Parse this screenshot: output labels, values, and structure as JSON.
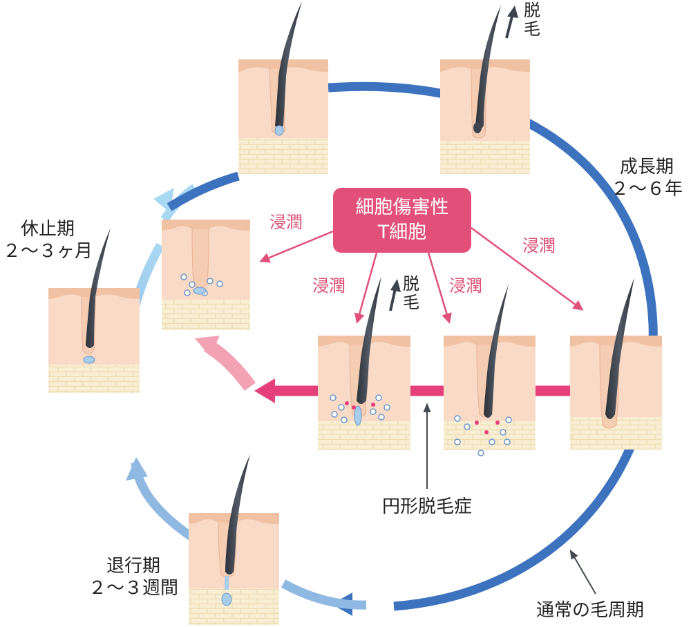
{
  "center_box": {
    "line1": "細胞傷害性",
    "line2": "T細胞"
  },
  "phases": {
    "growth": {
      "name": "成長期",
      "duration": "２～６年"
    },
    "rest": {
      "name": "休止期",
      "duration": "２～３ヶ月"
    },
    "regression": {
      "name": "退行期",
      "duration": "２～３週間"
    }
  },
  "labels": {
    "shedding_top": "脱毛",
    "shedding_center": "脱毛",
    "infiltration": "浸潤",
    "alopecia_areata": "円形脱毛症",
    "normal_cycle": "通常の毛周期"
  },
  "colors": {
    "cycle_dark": "#3d72bf",
    "cycle_light": "#a8d6f2",
    "tcell": "#e24f78",
    "infiltration_arrow": "#e0507a",
    "alopecia_arrow": "#e5407a",
    "skin_top": "#f1c1a3",
    "dermis": "#f8dac6",
    "fat": "#f8edd2",
    "hair": "#3d434d"
  }
}
